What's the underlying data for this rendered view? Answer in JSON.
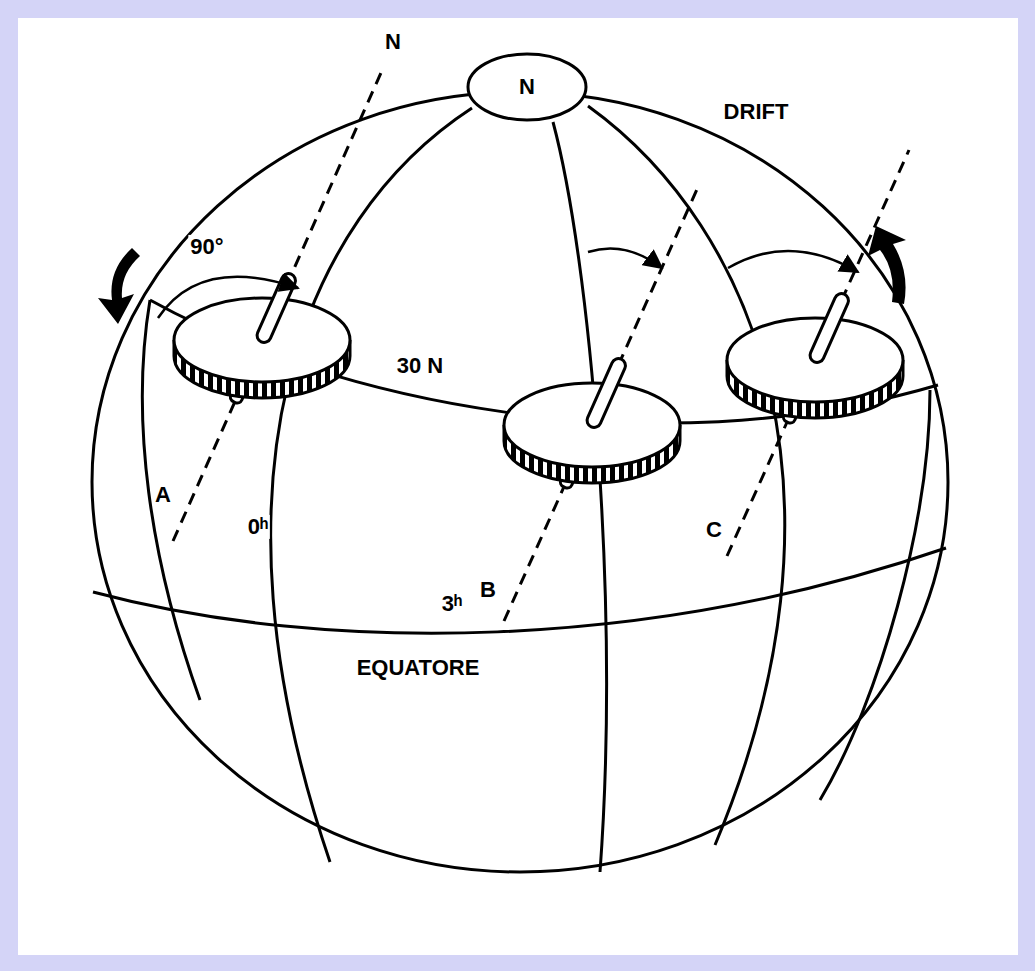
{
  "diagram": {
    "nodes": [
      {
        "text": [
          "N"
        ]
      }
    ],
    "labels": [
      "N",
      "DRIFT",
      "90°",
      "30 N",
      "A",
      "0ʰ",
      "3ʰ",
      "B",
      "C",
      "EQUATORE"
    ]
  }
}
